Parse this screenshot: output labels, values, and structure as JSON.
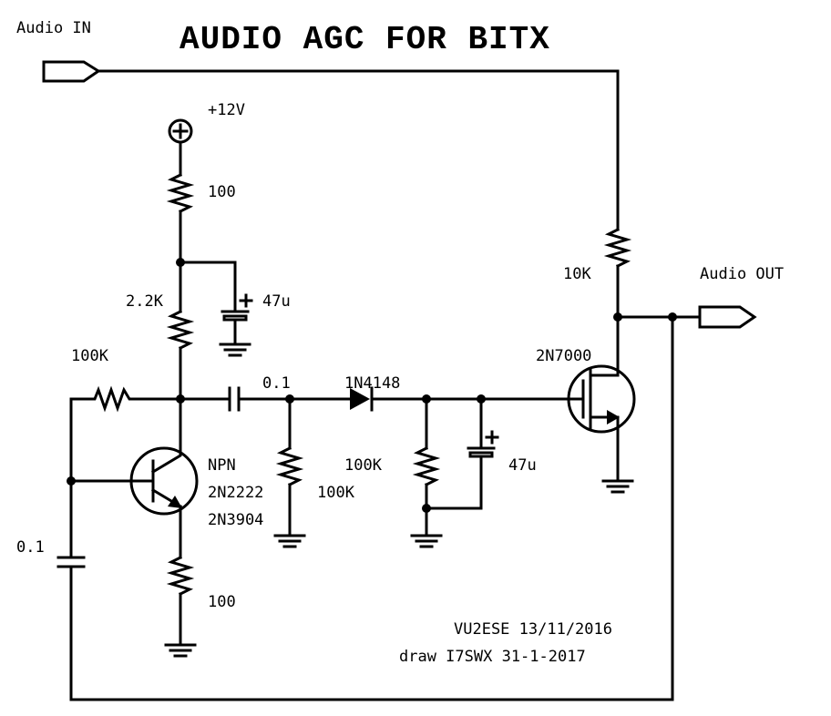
{
  "title": "AUDIO AGC FOR BITX",
  "ports": {
    "input": "Audio IN",
    "output": "Audio OUT"
  },
  "supply": "+12V",
  "components": {
    "r_supply": "100",
    "c_supply": "47u",
    "r_collector": "2.2K",
    "r_feedback": "100K",
    "c_coupling": "0.1",
    "diode": "1N4148",
    "r_input_gnd": "100K",
    "r_detector": "100K",
    "c_detector": "47u",
    "mosfet": "2N7000",
    "r_series": "10K",
    "transistor_type": "NPN",
    "transistor_part_1": "2N2222",
    "transistor_part_2": "2N3904",
    "c_input": "0.1",
    "r_emitter": "100"
  },
  "credits": {
    "designer": "VU2ESE 13/11/2016",
    "drawer": "draw I7SWX 31-1-2017"
  }
}
